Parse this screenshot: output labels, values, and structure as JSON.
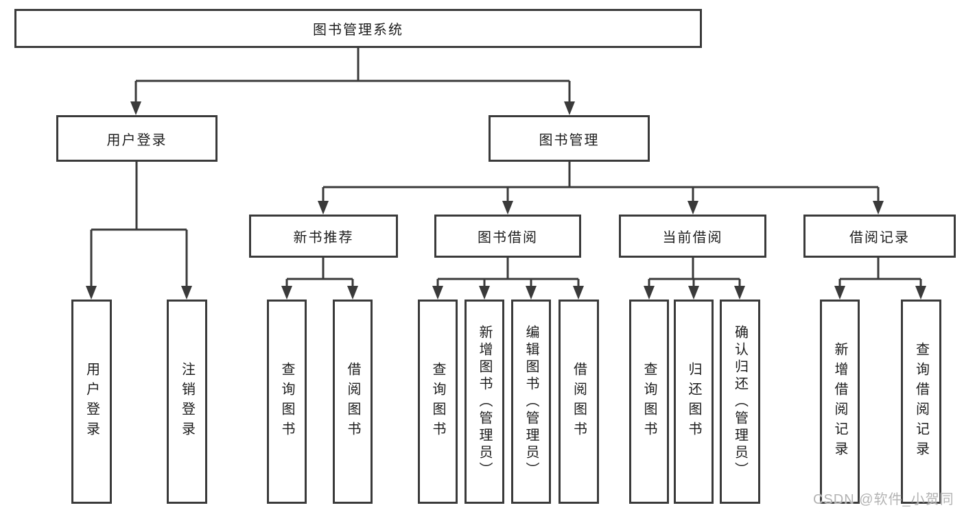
{
  "diagram": {
    "root": "图书管理系统",
    "level2": {
      "user_login": "用户登录",
      "book_management": "图书管理"
    },
    "level3": {
      "new_book_rec": "新书推荐",
      "book_borrow": "图书借阅",
      "current_borrow": "当前借阅",
      "borrow_records": "借阅记录"
    },
    "leaves": {
      "user_login_leaf": "用户登录",
      "logout": "注销登录",
      "nb_query": "查询图书",
      "nb_borrow": "借阅图书",
      "bb_query": "查询图书",
      "bb_add": "新增图书（管理员）",
      "bb_edit": "编辑图书（管理员）",
      "bb_borrow": "借阅图书",
      "cb_query": "查询图书",
      "cb_return": "归还图书",
      "cb_confirm": "确认归还（管理员）",
      "br_add": "新增借阅记录",
      "br_query": "查询借阅记录"
    }
  },
  "watermark": "CSDN @软件_小贺同学",
  "colors": {
    "line": "#3a3a3a",
    "text": "#1c1c1c",
    "watermark": "#b3b3b3",
    "background": "#ffffff"
  }
}
